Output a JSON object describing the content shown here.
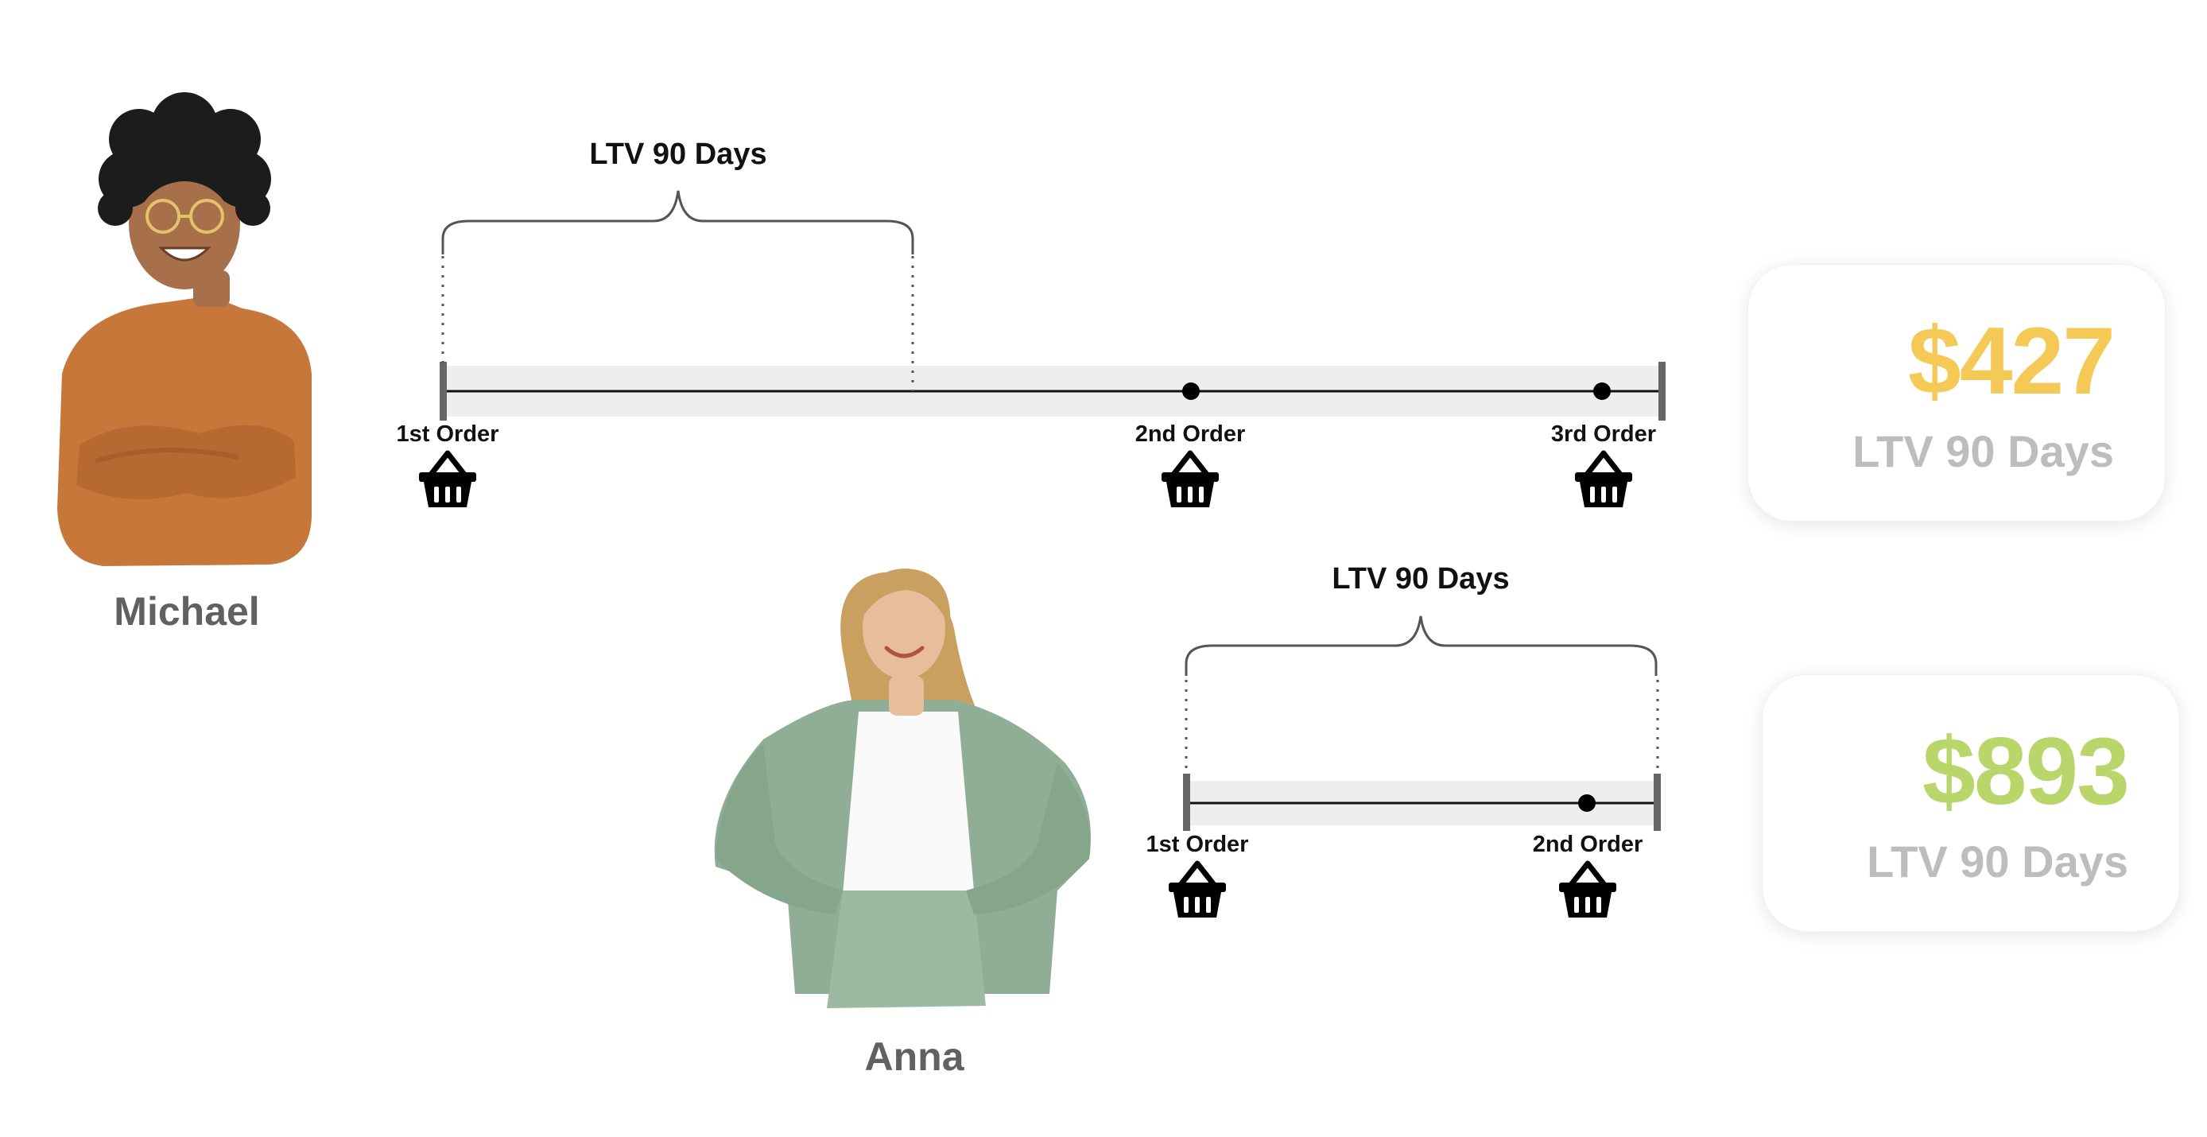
{
  "persons": [
    {
      "name": "Michael",
      "bracket_label": "LTV 90 Days",
      "orders": [
        "1st Order",
        "2nd Order",
        "3rd Order"
      ],
      "card": {
        "amount": "$427",
        "caption": "LTV 90 Days"
      }
    },
    {
      "name": "Anna",
      "bracket_label": "LTV 90 Days",
      "orders": [
        "1st Order",
        "2nd Order"
      ],
      "card": {
        "amount": "$893",
        "caption": "LTV 90 Days"
      }
    }
  ],
  "colors": {
    "amount_yellow": "#f5c955",
    "amount_green": "#b9d66b",
    "caption_gray": "#bdbdbd",
    "name_gray": "#616161",
    "track_band": "#eeeeee",
    "line": "#111111",
    "michael_sweater": "#c8773a",
    "michael_hair": "#1c1c1c",
    "anna_jacket": "#8fae95",
    "anna_hair": "#caa060",
    "skin_dark": "#a86f4b",
    "skin_light": "#e8bd9c"
  }
}
